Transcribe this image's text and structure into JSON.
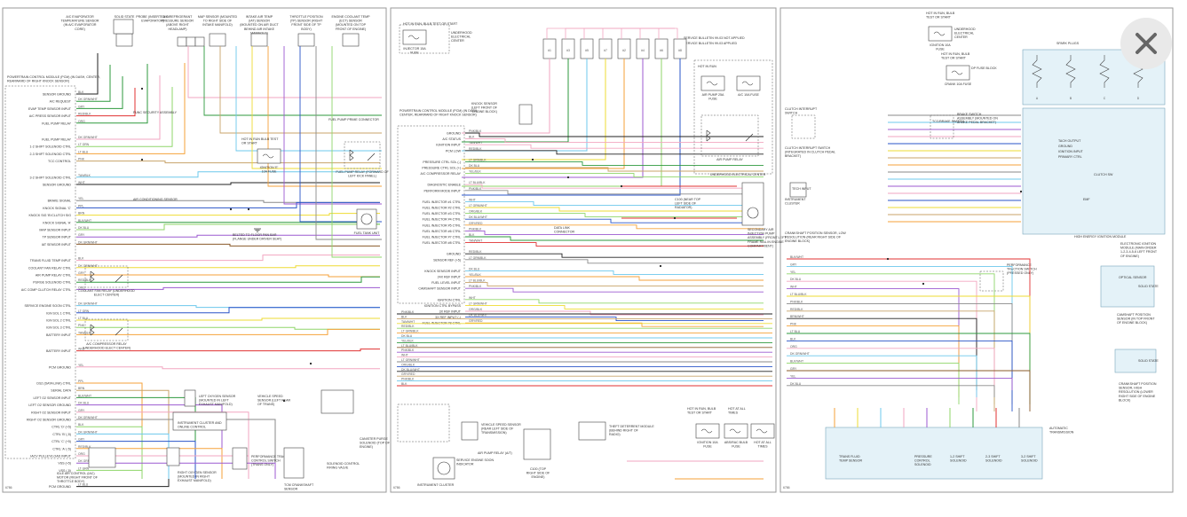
{
  "colors": {
    "pink": "#f2a6c0",
    "dkgreen": "#2e9a3e",
    "ltgreen": "#8fd66a",
    "orange": "#f5a23a",
    "yellow": "#eedb33",
    "ltblue": "#6cc8ec",
    "blue": "#2a54c8",
    "purple": "#9c5ad0",
    "red": "#e03030",
    "gray": "#8a8a8a",
    "tan": "#c8a36a",
    "brown": "#8a5a2a",
    "black": "#222222",
    "white": "#cfcfcf"
  },
  "panel1": {
    "page_number": "6786",
    "top_components": [
      "A/C EVAPORATOR TEMPERATURE SENSOR (IN A/C EVAPORATOR CORE)",
      "SOLID STATE",
      "PROBE (INSERTED IN EVAPORATOR)",
      "A/C REFRIGERANT PRESSURE SENSOR (ABOVE RIGHT HEADLAMP)",
      "MAP SENSOR (MOUNTED TO RIGHT SIDE OF INTAKE MANIFOLD)",
      "INTAKE AIR TEMP (IAT) SENSOR (MOUNTED ON AIR DUCT BEHIND AIR INTAKE MANIFOLD)",
      "THROTTLE POSITION (TP) SENSOR (RIGHT FRONT SIDE OF TP BODY)",
      "ENGINE COOLANT TEMP (ECT) SENSOR (MOUNTED ON TOP FRONT OF ENGINE)"
    ],
    "pcm_title": "POWERTRAIN CONTROL MODULE (PCM) (IN DASH, CENTER, REARWARD OF RIGHT KNOCK SENSOR)",
    "pin_labels": [
      "SENSOR GROUND",
      "A/C REQUEST",
      "EVAP TEMP SENSOR INPUT",
      "A/C PRESS SENSOR INPUT",
      "FUEL PUMP RELAY",
      "FUEL PUMP RELAY",
      "1-2 SHIFT SOLENOID CTRL",
      "2-3 SHIFT SOLENOID CTRL",
      "TCC CONTROL",
      "3-2 SHIFT SOLENOID CTRL",
      "SENSOR GROUND",
      "BRAKE SIGNAL",
      "KNOCK SIGNAL 'C'",
      "KNOCK SIG 'B'/CLUTCH SIG",
      "KNOCK SIGNAL 'A'",
      "MAP SENSOR INPUT",
      "TP SENSOR INPUT",
      "IAT SENSOR INPUT",
      "TRANS FLUID TEMP INPUT",
      "COOLANT FAN RELAY CTRL",
      "AIR PUMP RELAY CTRL",
      "PURGE SOLENOID CTRL",
      "A/C COMP CLUTCH RELAY CTRL",
      "SERVICE ENGINE SOON CTRL",
      "IGN SOL 1 CTRL",
      "IGN SOL 2 CTRL",
      "IGN SOL 3 CTRL",
      "BATTERY INPUT",
      "BATTERY INPUT",
      "PCM GROUND",
      "DS2 (DATA LINK) CTRL",
      "SERIAL DATA",
      "LEFT O2 SENSOR INPUT",
      "LEFT O2 SENSOR GROUND",
      "RIGHT O2 SENSOR INPUT",
      "RIGHT O2 SENSOR GROUND",
      "CTRL 'D' (+5)",
      "CTRL 'B' (-5)",
      "CTRL 'C' (+5)",
      "CTRL 'A' (-5)",
      "IACV PULLEY/LOAD INPUT",
      "VSS (+5)",
      "VSS (-5)",
      "PCM GROUND"
    ],
    "mid_components": [
      "FUNC SECURITY ASSEMBLY",
      "FUEL PUMP PRIME CONNECTOR",
      "HOT IN RUN BULB TEST OR START",
      "IGNITION 'E' 10A FUSE",
      "DP FUSE BLOCK",
      "FUEL PUMP RELAY (FORWARD OF LEFT KICK PANEL)",
      "COOLANT FAN RELAY (UNDERHOOD ELECT CENTER)",
      "A/C COMPRESSOR RELAY (UNDERHOOD ELECT CENTER)",
      "FUEL TANK UNIT",
      "BELTED TO FLOOR PAN BAR (FLANGE UNDER DRIVER SEAT)",
      "INSTRUMENT CLUSTER AND ONLINE CONTROL",
      "LEFT OXYGEN SENSOR (MOUNTED IN LEFT EXHAUST MANIFOLD)",
      "IDLE AIR CONTROL (IAC) MOTOR (RIGHT FRONT OF THROTTLE BODY)",
      "RIGHT OXYGEN SENSOR (MOUNTED IN RIGHT EXHAUST MANIFOLD)",
      "PERFORMANCE TRACTION CONTROL SWITCH (TRANS ONLY)",
      "TCM CRANKSHAFT SENSOR",
      "SOLENOID CONTROL FIRING VALVE",
      "CANISTER PURGE SOLENOID (TOP OF ENGINE)",
      "VEHICLE SPEED SENSOR (LEFT REAR OF TRANS)",
      "AIR CONDITIONING SENSOR"
    ],
    "wire_codes": [
      "BLK",
      "DK GRN/WHT",
      "GRY",
      "RED/BLK",
      "ORG",
      "DK GRN/WHT",
      "LT GRN",
      "LT BLU",
      "PNK",
      "TAN/BLK",
      "WHT",
      "YEL",
      "PPL",
      "BRN",
      "BLK/WHT",
      "DK BLU",
      "GRY",
      "DK GRN/WHT"
    ]
  },
  "panel2": {
    "page_number": "6786",
    "fuse_top": "HOT IN RUN, BULB TEST OR START",
    "fuse_top_items": [
      "INJECTOR 15A FUSE",
      "UNDERHOOD ELECTRICAL CENTER"
    ],
    "service_notes": [
      "SERVICE BULLETIN 99-03 NOT APPLIED",
      "SERVICE BULLETIN 99-03 APPLIED"
    ],
    "injector_labels": [
      "#1",
      "#3",
      "#5",
      "#7",
      "#2",
      "#4",
      "#6",
      "#8"
    ],
    "knock_sensor": "KNOCK SENSOR (LEFT FRONT OF ENGINE BLOCK)",
    "pcm_title": "POWERTRAIN CONTROL MODULE (PCM) (IN DASH, CENTER, REARWARD OF RIGHT KNOCK SENSOR)",
    "pin_labels": [
      "GROUND",
      "A/C STATUS",
      "IGNITION INPUT",
      "PCM LOW",
      "PRESSURE CTRL SOL (-)",
      "PRESSURE CTRL SOL (+)",
      "A/C COMPRESSOR RELAY",
      "DIAGNOSTIC ENABLE",
      "PERFORM MODE INPUT",
      "FUEL INJECTOR #1 CTRL",
      "FUEL INJECTOR #2 CTRL",
      "FUEL INJECTOR #3 CTRL",
      "FUEL INJECTOR #4 CTRL",
      "FUEL INJECTOR #5 CTRL",
      "FUEL INJECTOR #6 CTRL",
      "FUEL INJECTOR #7 CTRL",
      "FUEL INJECTOR #8 CTRL",
      "GROUND",
      "SENSOR REF (+5)",
      "KNOCK SENSOR INPUT",
      "24X REF INPUT",
      "FUEL LEVEL INPUT",
      "CAMSHAFT SENSOR INPUT",
      "IGNITION CTRL",
      "IGNITION CTRL BYPASS",
      "3X REF INPUT",
      "3X REF INPUT (-)",
      "FUEL INJECTOR #8 CTRL"
    ],
    "right_components": [
      "HOT IN RUN",
      "AIR PUMP 25A FUSE",
      "A/C 10A FUSE",
      "UNDERHOOD ELECTRICAL CENTER",
      "AIR PUMP RELAY",
      "AIR PUMP SOLENOID (MOUNTED TO AIR PUMP)",
      "SECONDARY AIR INJECTION PUMP ASSEMBLY (FRONT LEFT FRAME RAIL IN ENGINE COMPARTMENT)",
      "C100 (NEAR TOP LEFT SIDE OF RADIATOR)",
      "DATA LINK CONNECTOR",
      "HOT IN RUN, BULB TEST OR START",
      "IGNITION 10A FUSE",
      "ABS/RAC BULB FUSE",
      "HOT AT ALL TIMES",
      "VEHICLE SPEED SENSOR (REAR LEFT SIDE OF TRANSMISSION)",
      "THEFT DETERRENT MODULE (BEHIND RIGHT OF RADIO)",
      "C100 (TOP RIGHT SIDE OF ENGINE)",
      "INSTRUMENT CLUSTER",
      "SERVICE ENGINE SOON INDICATOR",
      "AIR PUMP RELAY (A/T)",
      "COMPONENT DIAG LINE",
      "FUEL PUMP"
    ],
    "wire_codes": [
      "PNK/BLK",
      "BLK",
      "TAN/WHT",
      "RED/BLK",
      "LT GRN/BLK",
      "DK BLU",
      "YEL/BLK",
      "LT BLU/BLK",
      "PNK/BLK",
      "WHT",
      "LT GRN/WHT",
      "ORG/BLK",
      "DK BLU/WHT",
      "GRY/RED"
    ]
  },
  "panel3": {
    "page_number": "6786",
    "fuse_labels": [
      "HOT IN RUN, BULB TEST OR START",
      "IGNITION 10A FUSE",
      "UNDERHOOD ELECTRICAL CENTER",
      "HOT IN RUN, BULB TEST OR START",
      "CRANK 10A FUSE",
      "DP FUSE BLOCK"
    ],
    "spark_plugs": "SPARK PLUGS",
    "coil_labels": [
      "A",
      "B",
      "C",
      "D"
    ],
    "left_components": [
      "CLUTCH INTERRUPT SWITCH",
      "CLUTCH INTERRUPT SWITCH (INTEGRATED IN CLUTCH PEDAL BRACKET)",
      "BRAKE SWITCH ASSEMBLY (MOUNTED ON BRAKE PEDAL BRACKET)",
      "TCC/BRAKE SWITCH",
      "TECH INPUT",
      "PARK/NEUTRAL POSITION SWITCH (MOUNTED ON TRANS)",
      "INSTRUMENT CLUSTER",
      "CRANKSHAFT POSITION SENSOR, LOW RESOLUTION (REAR RIGHT SIDE OF ENGINE BLOCK)",
      "PERFORMANCE TRACTION SWITCH (PRESSED ONLY)"
    ],
    "right_components": [
      "TACH OUTPUT",
      "GROUND",
      "IGNITION INPUT",
      "PRIMARY CTRL",
      "CLUTCH SW",
      "EMF",
      "HIGH ENERGY IGNITION MODULE",
      "ELECTRONIC IGNITION MODULE (MAIN ORDER 1-2-3-4-5-6 LEFT FRONT OF ENGINE)",
      "OPTICAL SENSOR",
      "SOLID STATE",
      "CAMSHAFT POSITION SENSOR (IN TOP FRONT OF ENGINE BLOCK)",
      "CRANKSHAFT POSITION SENSOR, HIGH RESOLUTION (LOWER RIGHT SIDE OF ENGINE BLOCK)"
    ],
    "trans_components": [
      "TRANS FLUID TEMP SENSOR",
      "PRESSURE CONTROL SOLENOID",
      "1-2 SHIFT SOLENOID",
      "2-3 SHIFT SOLENOID",
      "3-2 SHIFT SOLENOID",
      "TCC SOLENOID",
      "AUTOMATIC TRANSMISSION"
    ],
    "wire_codes": [
      "BLK/WHT",
      "GRY",
      "YEL",
      "DK BLU",
      "WHT",
      "LT BLU/BLK",
      "PNK/BLK",
      "RED/BLK",
      "BRN/WHT",
      "PNK",
      "LT BLU",
      "BLK",
      "ORG",
      "DK GRN/WHT"
    ]
  },
  "ui": {
    "close_icon": "close-icon"
  }
}
